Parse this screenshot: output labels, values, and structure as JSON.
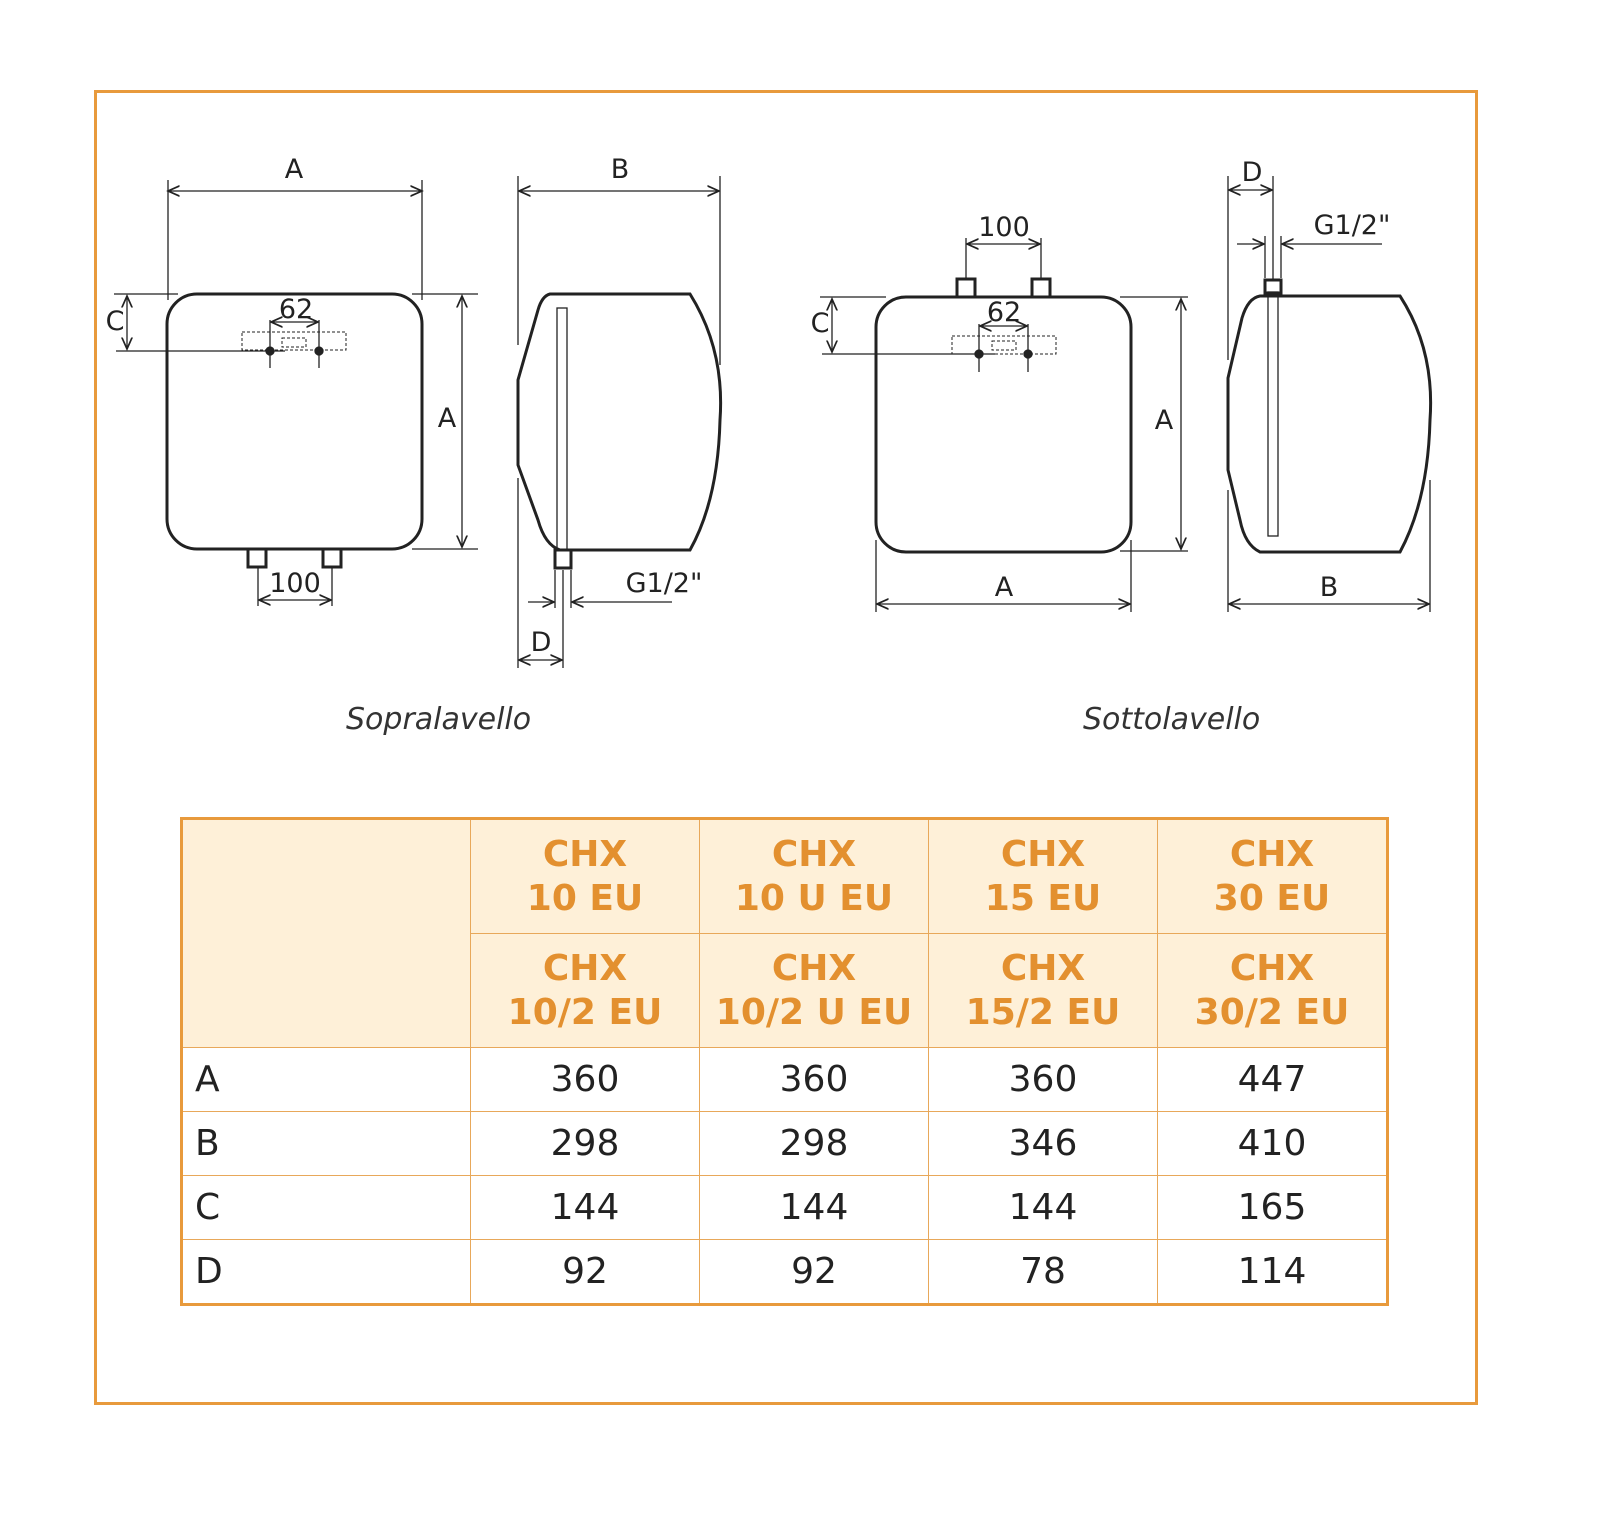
{
  "diagram": {
    "labels": {
      "A": "A",
      "B": "B",
      "C": "C",
      "D": "D",
      "d62": "62",
      "d100": "100",
      "g": "G1/2\""
    },
    "captions": {
      "left": "Sopralavello",
      "right": "Sottolavello"
    }
  },
  "colors": {
    "accent": "#e89a3c",
    "header_bg": "#fef0d8",
    "header_text": "#e3902f"
  },
  "table": {
    "header_row1": [
      "CHX\n10 EU",
      "CHX\n10 U EU",
      "CHX\n15 EU",
      "CHX\n30 EU"
    ],
    "header_row2": [
      "CHX\n10/2 EU",
      "CHX\n10/2 U EU",
      "CHX\n15/2 EU",
      "CHX\n30/2 EU"
    ],
    "h1": [
      {
        "l1": "CHX",
        "l2": "10 EU"
      },
      {
        "l1": "CHX",
        "l2": "10 U EU"
      },
      {
        "l1": "CHX",
        "l2": "15 EU"
      },
      {
        "l1": "CHX",
        "l2": "30 EU"
      }
    ],
    "h2": [
      {
        "l1": "CHX",
        "l2": "10/2 EU"
      },
      {
        "l1": "CHX",
        "l2": "10/2 U EU"
      },
      {
        "l1": "CHX",
        "l2": "15/2 EU"
      },
      {
        "l1": "CHX",
        "l2": "30/2 EU"
      }
    ],
    "rows": [
      {
        "label": "A",
        "values": [
          "360",
          "360",
          "360",
          "447"
        ]
      },
      {
        "label": "B",
        "values": [
          "298",
          "298",
          "346",
          "410"
        ]
      },
      {
        "label": "C",
        "values": [
          "144",
          "144",
          "144",
          "165"
        ]
      },
      {
        "label": "D",
        "values": [
          "92",
          "92",
          "78",
          "114"
        ]
      }
    ]
  }
}
